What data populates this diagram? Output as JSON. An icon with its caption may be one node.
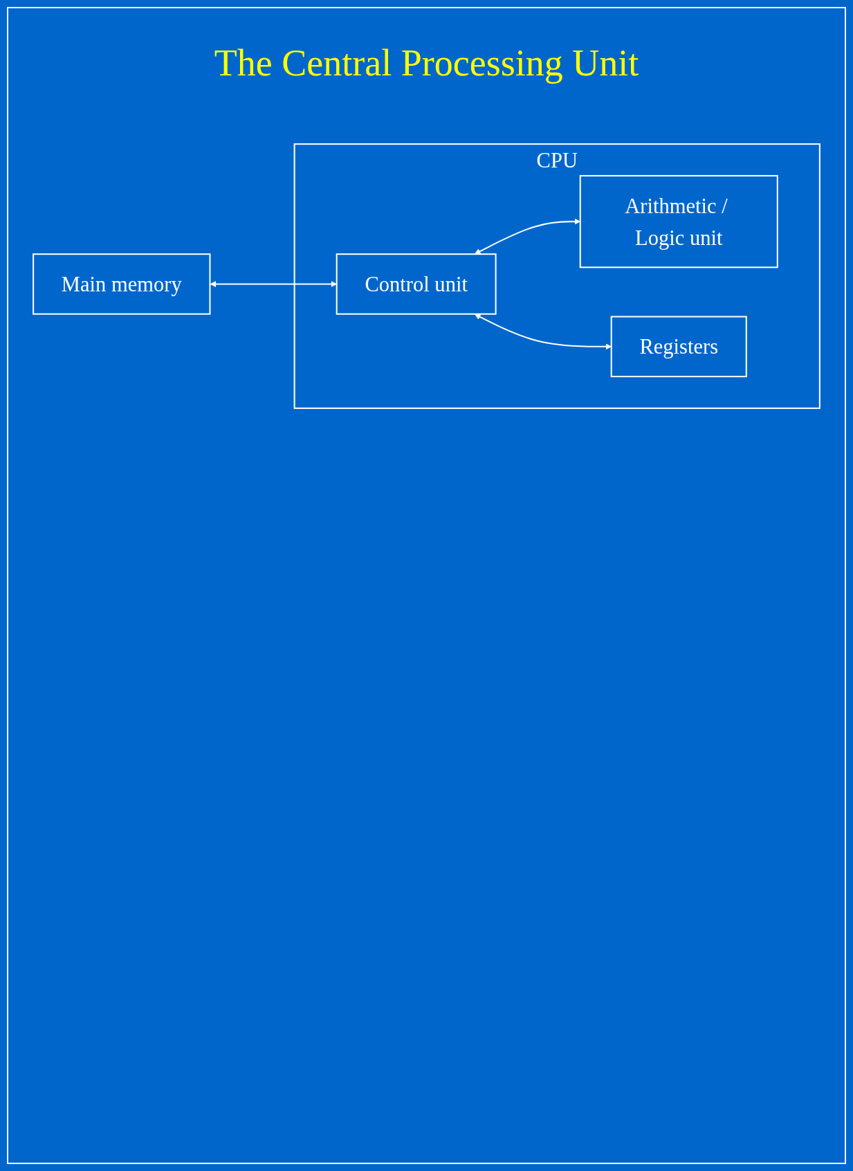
{
  "diagram": {
    "title": "The Central Processing Unit",
    "nodes": [
      {
        "text": [
          "Main memory"
        ]
      },
      {
        "text": [
          "CPU"
        ]
      },
      {
        "text": [
          "Arithmetic / Logic unit"
        ],
        "in": 1
      },
      {
        "text": [
          "Control unit"
        ],
        "in": 1
      },
      {
        "text": [
          "Registers"
        ],
        "in": 1
      }
    ],
    "edges": [
      {
        "from": 0,
        "to": 3,
        "arrow": "both"
      },
      {
        "from": 3,
        "to": 2,
        "arrow": "both"
      },
      {
        "from": 3,
        "to": 4,
        "arrow": "both"
      }
    ]
  }
}
